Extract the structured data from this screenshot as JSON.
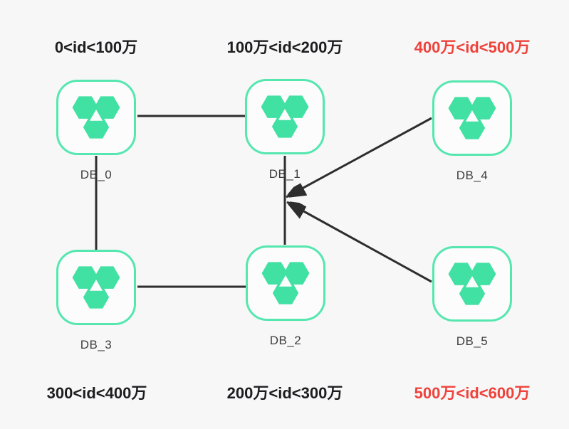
{
  "colors": {
    "background": "#f7f7f8",
    "node_border": "#55e7af",
    "hexagon_fill": "#41e0a3",
    "edge": "#2e2e2e",
    "range_label_dark": "#1d1d1f",
    "range_label_red": "#f0413a",
    "node_label": "#3d3d3d"
  },
  "icon": {
    "name": "hexagon-cluster-icon"
  },
  "nodes": [
    {
      "id": "DB_0",
      "label": "DB_0",
      "range": "0<id<100万",
      "range_highlight": false
    },
    {
      "id": "DB_1",
      "label": "DB_1",
      "range": "100万<id<200万",
      "range_highlight": false
    },
    {
      "id": "DB_2",
      "label": "DB_2",
      "range": "200万<id<300万",
      "range_highlight": false
    },
    {
      "id": "DB_3",
      "label": "DB_3",
      "range": "300<id<400万",
      "range_highlight": false
    },
    {
      "id": "DB_4",
      "label": "DB_4",
      "range": "400万<id<500万",
      "range_highlight": true
    },
    {
      "id": "DB_5",
      "label": "DB_5",
      "range": "500万<id<600万",
      "range_highlight": true
    }
  ],
  "edges": [
    {
      "from": "DB_0",
      "to": "DB_1",
      "style": "line"
    },
    {
      "from": "DB_0",
      "to": "DB_3",
      "style": "line"
    },
    {
      "from": "DB_1",
      "to": "DB_2",
      "style": "line"
    },
    {
      "from": "DB_3",
      "to": "DB_2",
      "style": "line"
    },
    {
      "from": "DB_4",
      "to": "DB_1-DB_2-link",
      "style": "arrow"
    },
    {
      "from": "DB_5",
      "to": "DB_1-DB_2-link",
      "style": "arrow"
    }
  ]
}
